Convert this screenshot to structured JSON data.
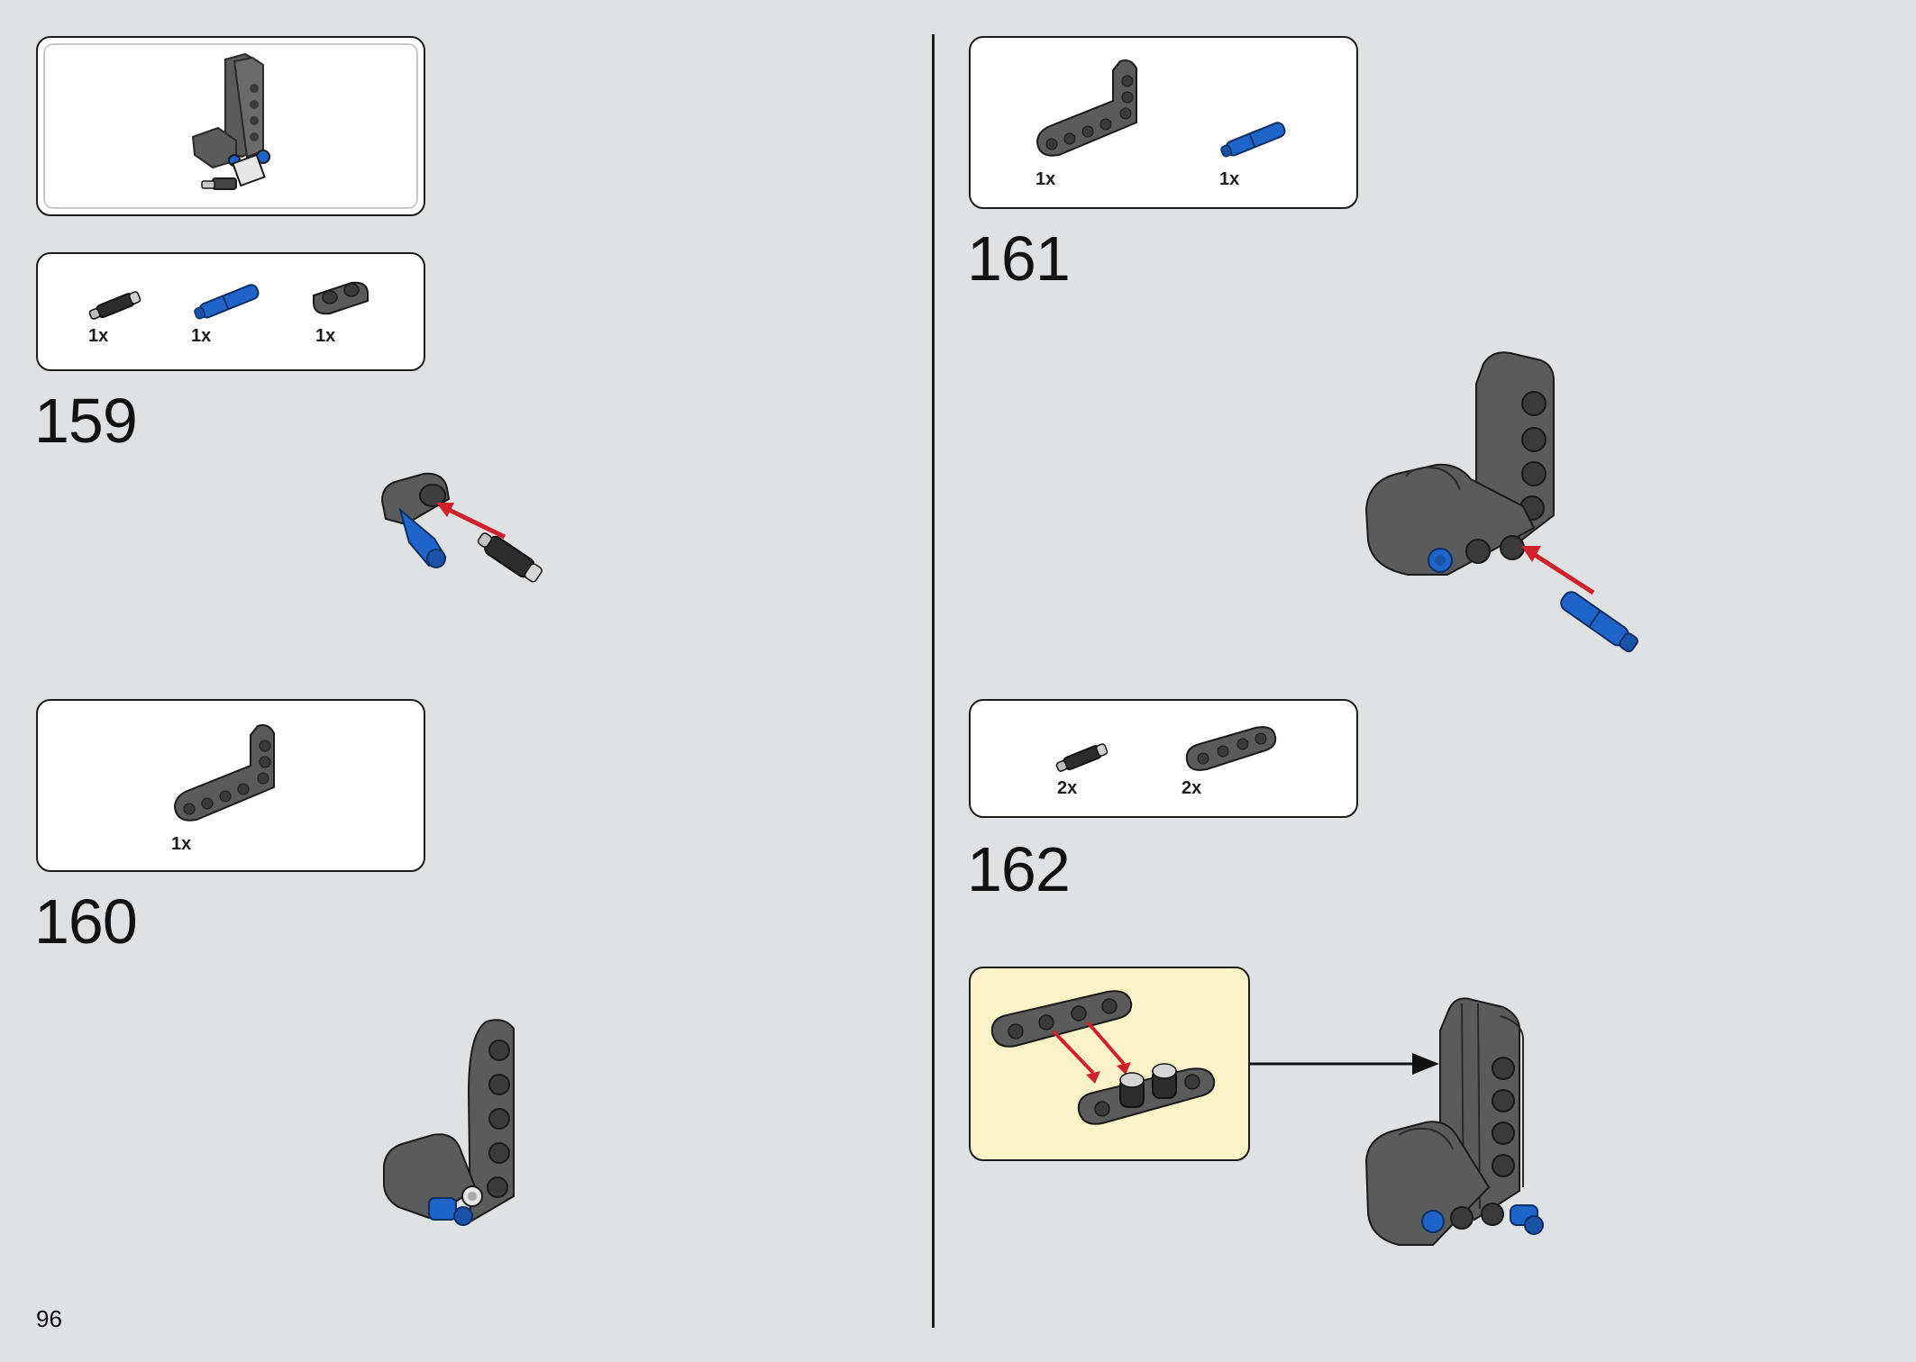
{
  "page": {
    "number": "96",
    "colors": {
      "background": "#e0e1e3",
      "panel": "#ffffff",
      "callout": "#fdf3c8",
      "arrow": "#d0202a",
      "part_dark": "#5b5b5b",
      "part_blue": "#1f64c8"
    }
  },
  "left_column": {
    "submodel_preview": {
      "icon": "assembled-l-beam-icon"
    },
    "steps": [
      {
        "number": "159",
        "parts": [
          {
            "qty": "1x",
            "icon": "black-friction-pin-icon"
          },
          {
            "qty": "1x",
            "icon": "blue-long-pin-icon"
          },
          {
            "qty": "1x",
            "icon": "two-hole-beam-icon"
          }
        ]
      },
      {
        "number": "160",
        "parts": [
          {
            "qty": "1x",
            "icon": "l-shape-beam-icon"
          }
        ]
      }
    ]
  },
  "right_column": {
    "steps": [
      {
        "number": "161",
        "parts": [
          {
            "qty": "1x",
            "icon": "l-shape-beam-icon"
          },
          {
            "qty": "1x",
            "icon": "blue-long-pin-icon"
          }
        ]
      },
      {
        "number": "162",
        "parts": [
          {
            "qty": "2x",
            "icon": "black-friction-pin-icon"
          },
          {
            "qty": "2x",
            "icon": "four-hole-thin-beam-icon"
          }
        ]
      }
    ],
    "callout": {
      "icon": "thin-beam-subassembly-icon"
    }
  }
}
